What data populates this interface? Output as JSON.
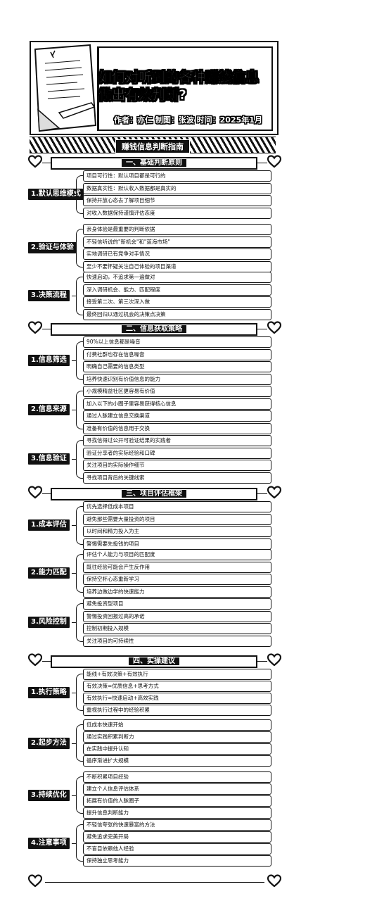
{
  "header": {
    "title": "如何对听到的各种赚钱信息做出有效判断?",
    "byline": "作者：亦仁  制图：张波  时间：2025年1月"
  },
  "banner": {
    "text": "赚钱信息判断指南"
  },
  "sections": [
    {
      "title": "一、基础判断原则",
      "groups": [
        {
          "label": "1.默认思维模式",
          "items": [
            "项目可行性：默认项目都是可行的",
            "数据真实性：默认收入数据都是真实的",
            "保持开放心态去了解项目细节",
            "对收入数据保持谨慎评估态度"
          ]
        },
        {
          "label": "2.验证与体验",
          "items": [
            "亲身体验是最重要的判断依据",
            "不轻信听说的\"新机会\"和\"蓝海市场\"",
            "实地调研已有竞争对手情况",
            "至少不要怀疑关注自己体验的项目渠道"
          ]
        },
        {
          "label": "3.决策流程",
          "items": [
            "快速启动，不追求第一遍做对",
            "深入调研机会、能力、匹配程度",
            "接受第二次、第三次深入做",
            "最终回归以通过机会的决策点决策"
          ]
        }
      ]
    },
    {
      "title": "二、信息获取策略",
      "groups": [
        {
          "label": "1.信息筛选",
          "items": [
            "90%以上信息都是噪音",
            "付费社群也存在信息噪音",
            "明确自己需要的信息类型",
            "培养快速识别有价值信息的能力"
          ]
        },
        {
          "label": "2.信息来源",
          "items": [
            "小规模精益社区更容易有价值",
            "加入以下的小圈子里容易获得核心信息",
            "通过人脉建立信息交换渠道",
            "准备有价值的信息用于交换"
          ]
        },
        {
          "label": "3.信息验证",
          "items": [
            "寻找信得过公开可验证结果的实践者",
            "验证分享者的实际经验和口碑",
            "关注项目的实际操作细节",
            "寻找项目背后的关键线索"
          ]
        }
      ]
    },
    {
      "title": "三、项目评估框架",
      "groups": [
        {
          "label": "1.成本评估",
          "items": [
            "优先选择低成本项目",
            "避免那些需要大量投资的项目",
            "以时间和精力投入为主",
            "警惕需要先投钱的项目"
          ]
        },
        {
          "label": "2.能力匹配",
          "items": [
            "评估个人能力与项目的匹配度",
            "既往经验可能会产生反作用",
            "保持空杯心态重新学习",
            "培养边做边学的快速能力"
          ]
        },
        {
          "label": "3.风险控制",
          "items": [
            "避免投资型项目",
            "警惕投资回报过高的承诺",
            "控制初期投入规模",
            "关注项目的可持续性"
          ]
        }
      ]
    },
    {
      "title": "四、实操建议",
      "groups": [
        {
          "label": "1.执行策略",
          "items": [
            "能线+有效决策+有效执行",
            "有效决策=优质信息+思考方式",
            "有效执行=快速启动+高效实践",
            "重视执行过程中的经验积累"
          ]
        },
        {
          "label": "2.起步方法",
          "items": [
            "低成本快速开始",
            "通过实践积累判断力",
            "在实践中提升认知",
            "循序渐进扩大规模"
          ]
        },
        {
          "label": "3.持续优化",
          "items": [
            "不断积累项目经验",
            "建立个人信息评估体系",
            "拓展有价值的人脉圈子",
            "提升信息判断能力"
          ]
        },
        {
          "label": "4.注意事项",
          "items": [
            "不轻信夸张的快速暴富的方法",
            "避免追求完美开局",
            "不盲目依赖他人经验",
            "保持独立思考能力"
          ]
        }
      ]
    }
  ]
}
